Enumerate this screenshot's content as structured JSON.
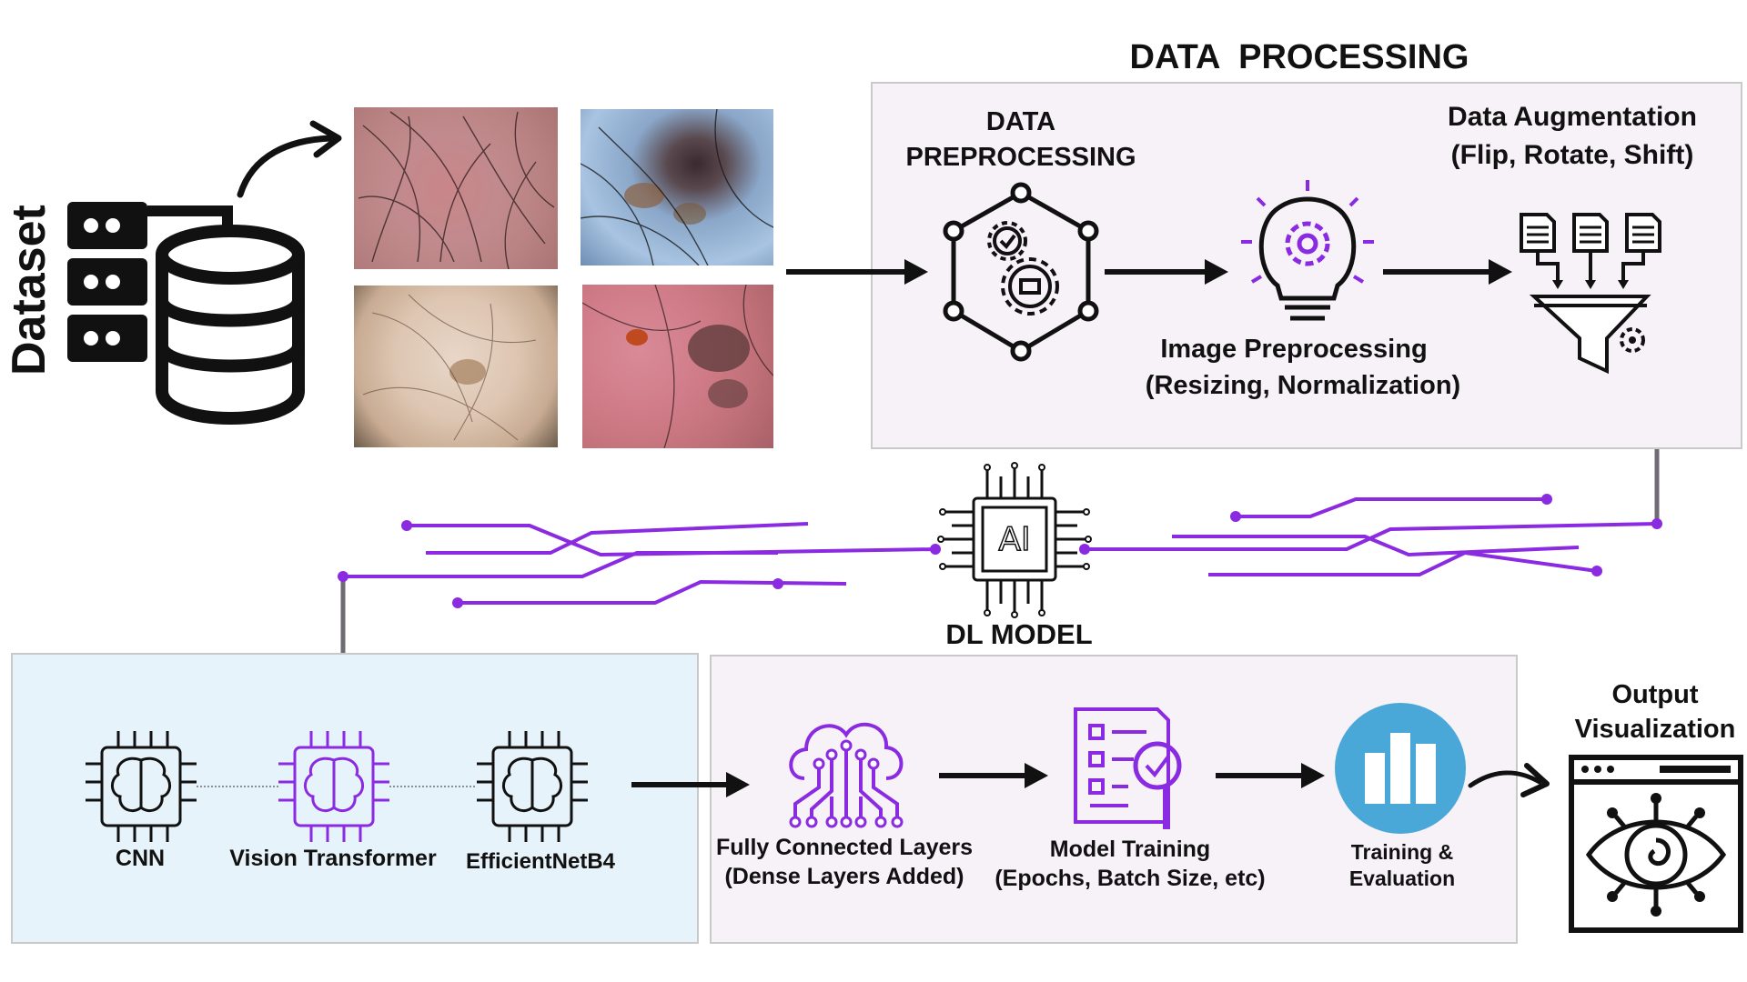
{
  "dataset": {
    "label": "Dataset"
  },
  "data_processing": {
    "title": "DATA  PROCESSING",
    "preprocessing_line1": "DATA",
    "preprocessing_line2": "PREPROCESSING",
    "image_pre_line1": "Image Preprocessing",
    "image_pre_line2": "(Resizing, Normalization)",
    "augment_line1": "Data Augmentation",
    "augment_line2": "(Flip, Rotate, Shift)"
  },
  "dl_model": {
    "label": "DL MODEL",
    "chip_text": "AI"
  },
  "models": {
    "cnn": "CNN",
    "vit": "Vision Transformer",
    "effnet": "EfficientNetB4"
  },
  "training": {
    "dense_line1": "Fully Connected Layers",
    "dense_line2": "(Dense Layers Added)",
    "model_train_line1": "Model Training",
    "model_train_line2": "(Epochs, Batch Size, etc)",
    "eval_line1": "Training &",
    "eval_line2": "Evaluation"
  },
  "output": {
    "line1": "Output",
    "line2": "Visualization"
  },
  "colors": {
    "purple": "#8a2be2",
    "light_purple_bg": "#f7f1f8",
    "light_blue_bg": "#e6f3fa",
    "eval_blue": "#4aa8d8",
    "connector_gray": "#6e6b75"
  },
  "icons": [
    "database-server-icon",
    "network-gears-icon",
    "lightbulb-gear-icon",
    "document-funnel-icon",
    "ai-chip-icon",
    "brain-chip-icon",
    "cloud-network-icon",
    "checklist-search-icon",
    "bar-chart-circle-icon",
    "eye-window-icon"
  ]
}
